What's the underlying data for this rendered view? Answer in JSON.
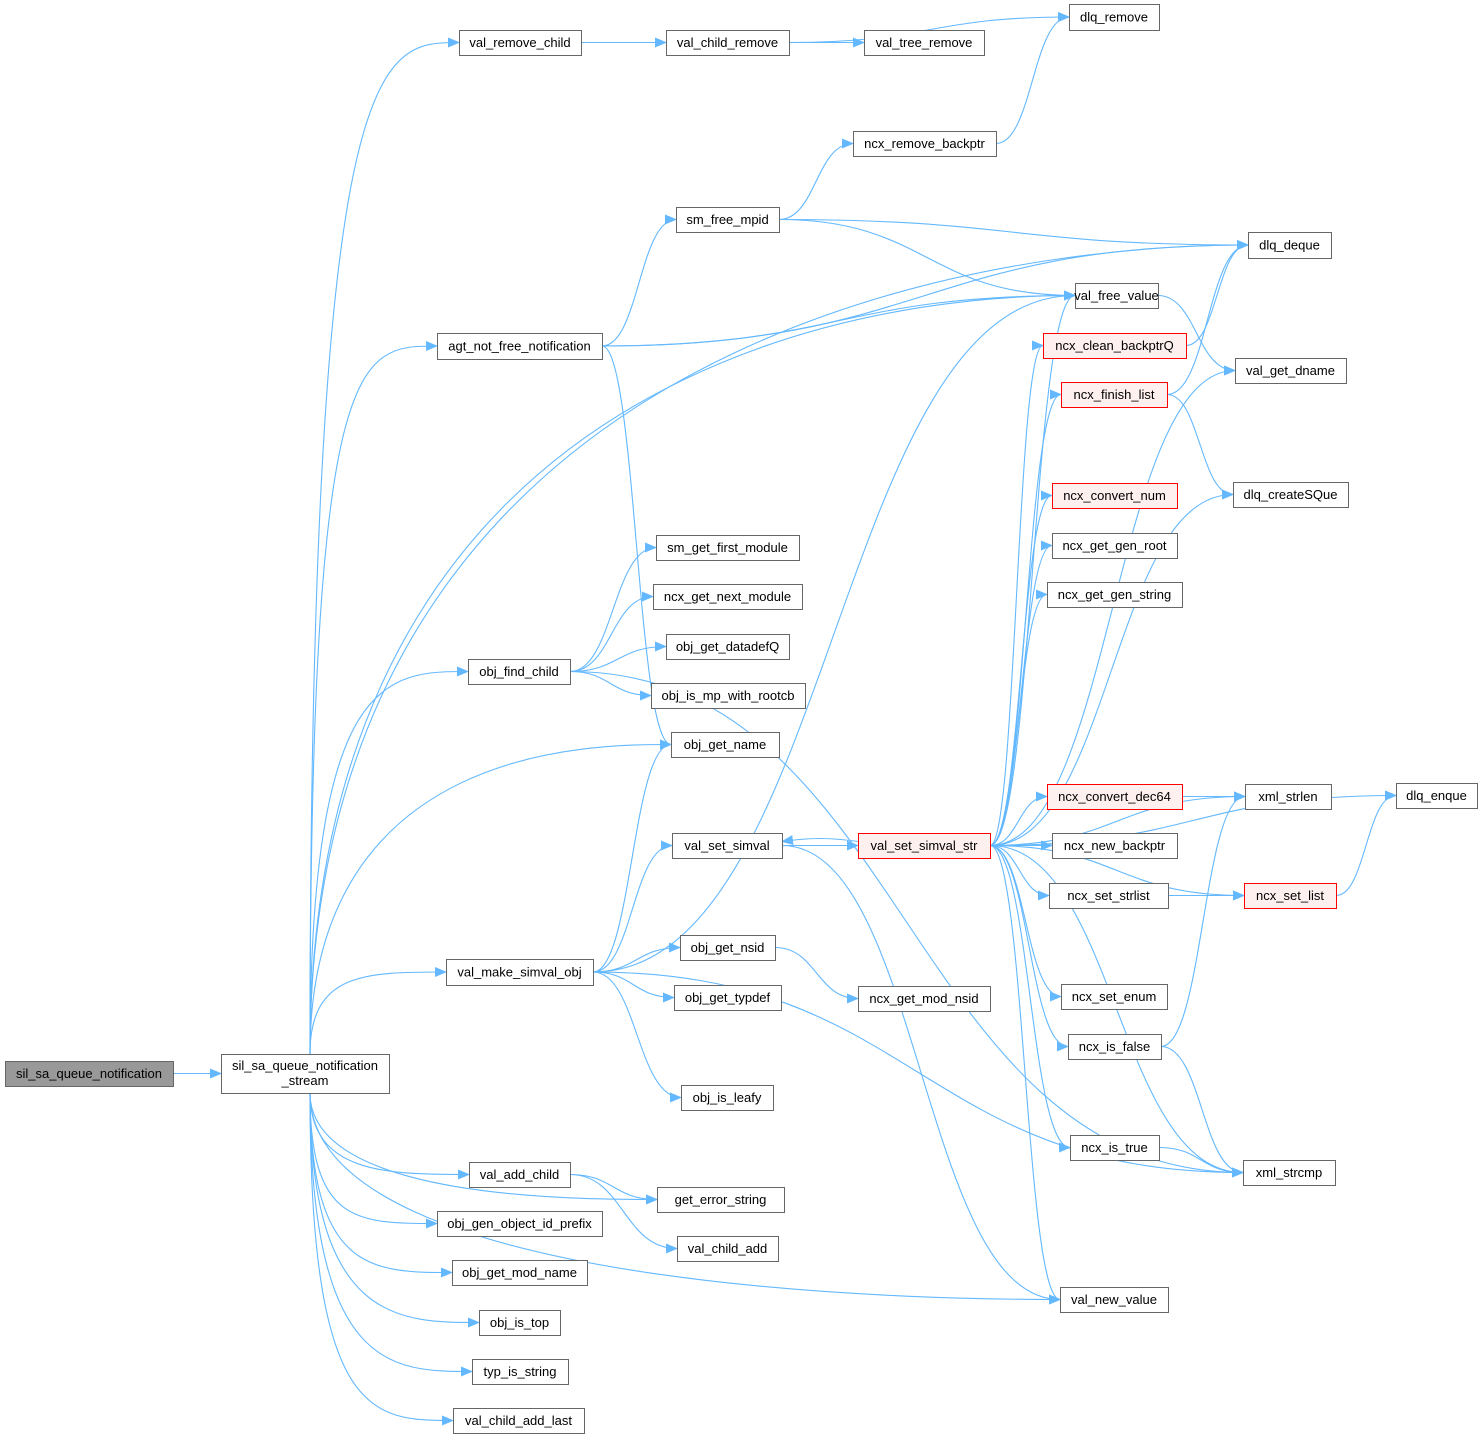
{
  "colors": {
    "edge": "#63b8ff",
    "node_border": "#666666",
    "highlight_border": "#ff0000",
    "highlight_fill": "#fff0f0",
    "root_fill": "#999999"
  },
  "nodes": [
    {
      "id": "root",
      "label": "sil_sa_queue_notification",
      "style": "root"
    },
    {
      "id": "stream",
      "label": "sil_sa_queue_notification\n_stream"
    },
    {
      "id": "val_remove_child",
      "label": "val_remove_child"
    },
    {
      "id": "val_child_remove",
      "label": "val_child_remove"
    },
    {
      "id": "dlq_remove",
      "label": "dlq_remove"
    },
    {
      "id": "val_tree_remove",
      "label": "val_tree_remove"
    },
    {
      "id": "ncx_remove_backptr",
      "label": "ncx_remove_backptr"
    },
    {
      "id": "sm_free_mpid",
      "label": "sm_free_mpid"
    },
    {
      "id": "dlq_deque",
      "label": "dlq_deque"
    },
    {
      "id": "agt_not_free_notification",
      "label": "agt_not_free_notification"
    },
    {
      "id": "val_free_value",
      "label": "val_free_value"
    },
    {
      "id": "ncx_clean_backptrQ",
      "label": "ncx_clean_backptrQ",
      "style": "red"
    },
    {
      "id": "val_get_dname",
      "label": "val_get_dname"
    },
    {
      "id": "ncx_finish_list",
      "label": "ncx_finish_list",
      "style": "red"
    },
    {
      "id": "dlq_createSQue",
      "label": "dlq_createSQue"
    },
    {
      "id": "ncx_convert_num",
      "label": "ncx_convert_num",
      "style": "red"
    },
    {
      "id": "ncx_get_gen_root",
      "label": "ncx_get_gen_root"
    },
    {
      "id": "ncx_get_gen_string",
      "label": "ncx_get_gen_string"
    },
    {
      "id": "sm_get_first_module",
      "label": "sm_get_first_module"
    },
    {
      "id": "ncx_get_next_module",
      "label": "ncx_get_next_module"
    },
    {
      "id": "obj_get_datadefQ",
      "label": "obj_get_datadefQ"
    },
    {
      "id": "obj_find_child",
      "label": "obj_find_child"
    },
    {
      "id": "obj_is_mp_with_rootcb",
      "label": "obj_is_mp_with_rootcb"
    },
    {
      "id": "obj_get_name",
      "label": "obj_get_name"
    },
    {
      "id": "val_set_simval",
      "label": "val_set_simval"
    },
    {
      "id": "val_set_simval_str",
      "label": "val_set_simval_str",
      "style": "red"
    },
    {
      "id": "ncx_convert_dec64",
      "label": "ncx_convert_dec64",
      "style": "red"
    },
    {
      "id": "xml_strlen",
      "label": "xml_strlen"
    },
    {
      "id": "dlq_enque",
      "label": "dlq_enque"
    },
    {
      "id": "ncx_new_backptr",
      "label": "ncx_new_backptr"
    },
    {
      "id": "ncx_set_strlist",
      "label": "ncx_set_strlist"
    },
    {
      "id": "ncx_set_list",
      "label": "ncx_set_list",
      "style": "red"
    },
    {
      "id": "val_make_simval_obj",
      "label": "val_make_simval_obj"
    },
    {
      "id": "obj_get_nsid",
      "label": "obj_get_nsid"
    },
    {
      "id": "obj_get_typdef",
      "label": "obj_get_typdef"
    },
    {
      "id": "ncx_get_mod_nsid",
      "label": "ncx_get_mod_nsid"
    },
    {
      "id": "ncx_set_enum",
      "label": "ncx_set_enum"
    },
    {
      "id": "ncx_is_false",
      "label": "ncx_is_false"
    },
    {
      "id": "obj_is_leafy",
      "label": "obj_is_leafy"
    },
    {
      "id": "ncx_is_true",
      "label": "ncx_is_true"
    },
    {
      "id": "xml_strcmp",
      "label": "xml_strcmp"
    },
    {
      "id": "val_add_child",
      "label": "val_add_child"
    },
    {
      "id": "get_error_string",
      "label": "get_error_string"
    },
    {
      "id": "obj_gen_object_id_prefix",
      "label": "obj_gen_object_id_prefix"
    },
    {
      "id": "val_child_add",
      "label": "val_child_add"
    },
    {
      "id": "obj_get_mod_name",
      "label": "obj_get_mod_name"
    },
    {
      "id": "val_new_value",
      "label": "val_new_value"
    },
    {
      "id": "obj_is_top",
      "label": "obj_is_top"
    },
    {
      "id": "typ_is_string",
      "label": "typ_is_string"
    },
    {
      "id": "val_child_add_last",
      "label": "val_child_add_last"
    }
  ],
  "edges": [
    [
      "root",
      "stream"
    ],
    [
      "stream",
      "val_remove_child"
    ],
    [
      "stream",
      "dlq_deque"
    ],
    [
      "stream",
      "agt_not_free_notification"
    ],
    [
      "stream",
      "val_free_value"
    ],
    [
      "stream",
      "obj_find_child"
    ],
    [
      "stream",
      "obj_get_name"
    ],
    [
      "stream",
      "val_make_simval_obj"
    ],
    [
      "stream",
      "val_add_child"
    ],
    [
      "stream",
      "get_error_string"
    ],
    [
      "stream",
      "obj_gen_object_id_prefix"
    ],
    [
      "stream",
      "obj_get_mod_name"
    ],
    [
      "stream",
      "val_new_value"
    ],
    [
      "stream",
      "obj_is_top"
    ],
    [
      "stream",
      "typ_is_string"
    ],
    [
      "stream",
      "val_child_add_last"
    ],
    [
      "val_remove_child",
      "val_child_remove"
    ],
    [
      "val_child_remove",
      "dlq_remove"
    ],
    [
      "val_child_remove",
      "val_tree_remove"
    ],
    [
      "ncx_remove_backptr",
      "dlq_remove"
    ],
    [
      "sm_free_mpid",
      "ncx_remove_backptr"
    ],
    [
      "sm_free_mpid",
      "dlq_deque"
    ],
    [
      "sm_free_mpid",
      "val_free_value"
    ],
    [
      "agt_not_free_notification",
      "sm_free_mpid"
    ],
    [
      "agt_not_free_notification",
      "dlq_deque"
    ],
    [
      "agt_not_free_notification",
      "val_free_value"
    ],
    [
      "agt_not_free_notification",
      "obj_get_name"
    ],
    [
      "val_free_value",
      "val_get_dname"
    ],
    [
      "ncx_clean_backptrQ",
      "dlq_deque"
    ],
    [
      "ncx_finish_list",
      "dlq_deque"
    ],
    [
      "ncx_finish_list",
      "dlq_createSQue"
    ],
    [
      "obj_find_child",
      "sm_get_first_module"
    ],
    [
      "obj_find_child",
      "ncx_get_next_module"
    ],
    [
      "obj_find_child",
      "obj_get_datadefQ"
    ],
    [
      "obj_find_child",
      "obj_is_mp_with_rootcb"
    ],
    [
      "obj_find_child",
      "xml_strcmp"
    ],
    [
      "val_make_simval_obj",
      "obj_get_name"
    ],
    [
      "val_make_simval_obj",
      "val_set_simval"
    ],
    [
      "val_make_simval_obj",
      "val_free_value"
    ],
    [
      "val_make_simval_obj",
      "obj_get_nsid"
    ],
    [
      "val_make_simval_obj",
      "obj_get_typdef"
    ],
    [
      "val_make_simval_obj",
      "obj_is_leafy"
    ],
    [
      "val_make_simval_obj",
      "xml_strcmp"
    ],
    [
      "obj_get_nsid",
      "ncx_get_mod_nsid"
    ],
    [
      "val_set_simval",
      "val_set_simval_str"
    ],
    [
      "val_set_simval",
      "val_new_value"
    ],
    [
      "val_set_simval_str",
      "val_set_simval"
    ],
    [
      "val_set_simval_str",
      "val_free_value"
    ],
    [
      "val_set_simval_str",
      "ncx_clean_backptrQ"
    ],
    [
      "val_set_simval_str",
      "ncx_finish_list"
    ],
    [
      "val_set_simval_str",
      "ncx_convert_num"
    ],
    [
      "val_set_simval_str",
      "ncx_get_gen_root"
    ],
    [
      "val_set_simval_str",
      "ncx_get_gen_string"
    ],
    [
      "val_set_simval_str",
      "dlq_createSQue"
    ],
    [
      "val_set_simval_str",
      "val_get_dname"
    ],
    [
      "val_set_simval_str",
      "dlq_enque"
    ],
    [
      "val_set_simval_str",
      "xml_strlen"
    ],
    [
      "val_set_simval_str",
      "ncx_convert_dec64"
    ],
    [
      "val_set_simval_str",
      "ncx_new_backptr"
    ],
    [
      "val_set_simval_str",
      "ncx_set_strlist"
    ],
    [
      "val_set_simval_str",
      "ncx_set_list"
    ],
    [
      "val_set_simval_str",
      "ncx_set_enum"
    ],
    [
      "val_set_simval_str",
      "ncx_is_false"
    ],
    [
      "val_set_simval_str",
      "ncx_is_true"
    ],
    [
      "val_set_simval_str",
      "xml_strcmp"
    ],
    [
      "val_set_simval_str",
      "val_new_value"
    ],
    [
      "ncx_convert_dec64",
      "xml_strlen"
    ],
    [
      "ncx_set_strlist",
      "ncx_set_list"
    ],
    [
      "ncx_set_list",
      "dlq_enque"
    ],
    [
      "ncx_is_false",
      "xml_strcmp"
    ],
    [
      "ncx_is_false",
      "xml_strlen"
    ],
    [
      "ncx_is_true",
      "xml_strcmp"
    ],
    [
      "val_add_child",
      "get_error_string"
    ],
    [
      "val_add_child",
      "val_child_add"
    ]
  ]
}
